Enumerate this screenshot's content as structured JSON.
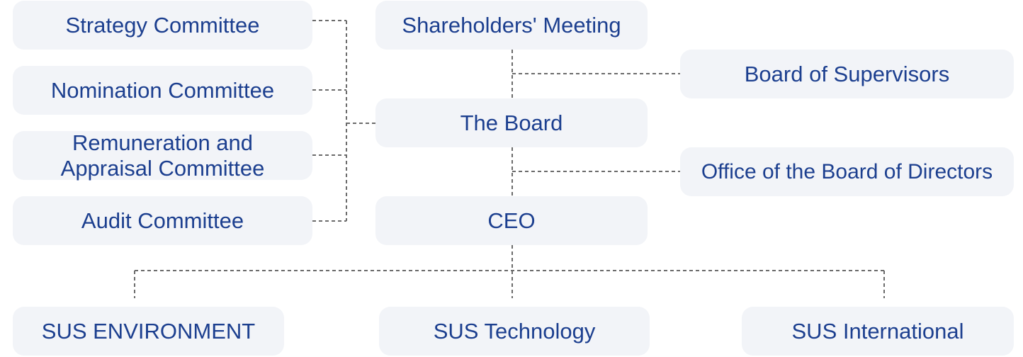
{
  "committees": {
    "strategy": "Strategy Committee",
    "nomination": "Nomination Committee",
    "remuneration_line1": "Remuneration and",
    "remuneration_line2": "Appraisal Committee",
    "audit": "Audit Committee"
  },
  "center": {
    "shareholders": "Shareholders' Meeting",
    "board": "The Board",
    "ceo": "CEO"
  },
  "right": {
    "supervisors": "Board of Supervisors",
    "office": "Office of the Board of Directors"
  },
  "subsidiaries": {
    "environment": "SUS ENVIRONMENT",
    "technology": "SUS Technology",
    "international": "SUS International"
  },
  "colors": {
    "box_background": "#f2f4f8",
    "text": "#1c3f8f",
    "connector": "#6b6b6b"
  }
}
